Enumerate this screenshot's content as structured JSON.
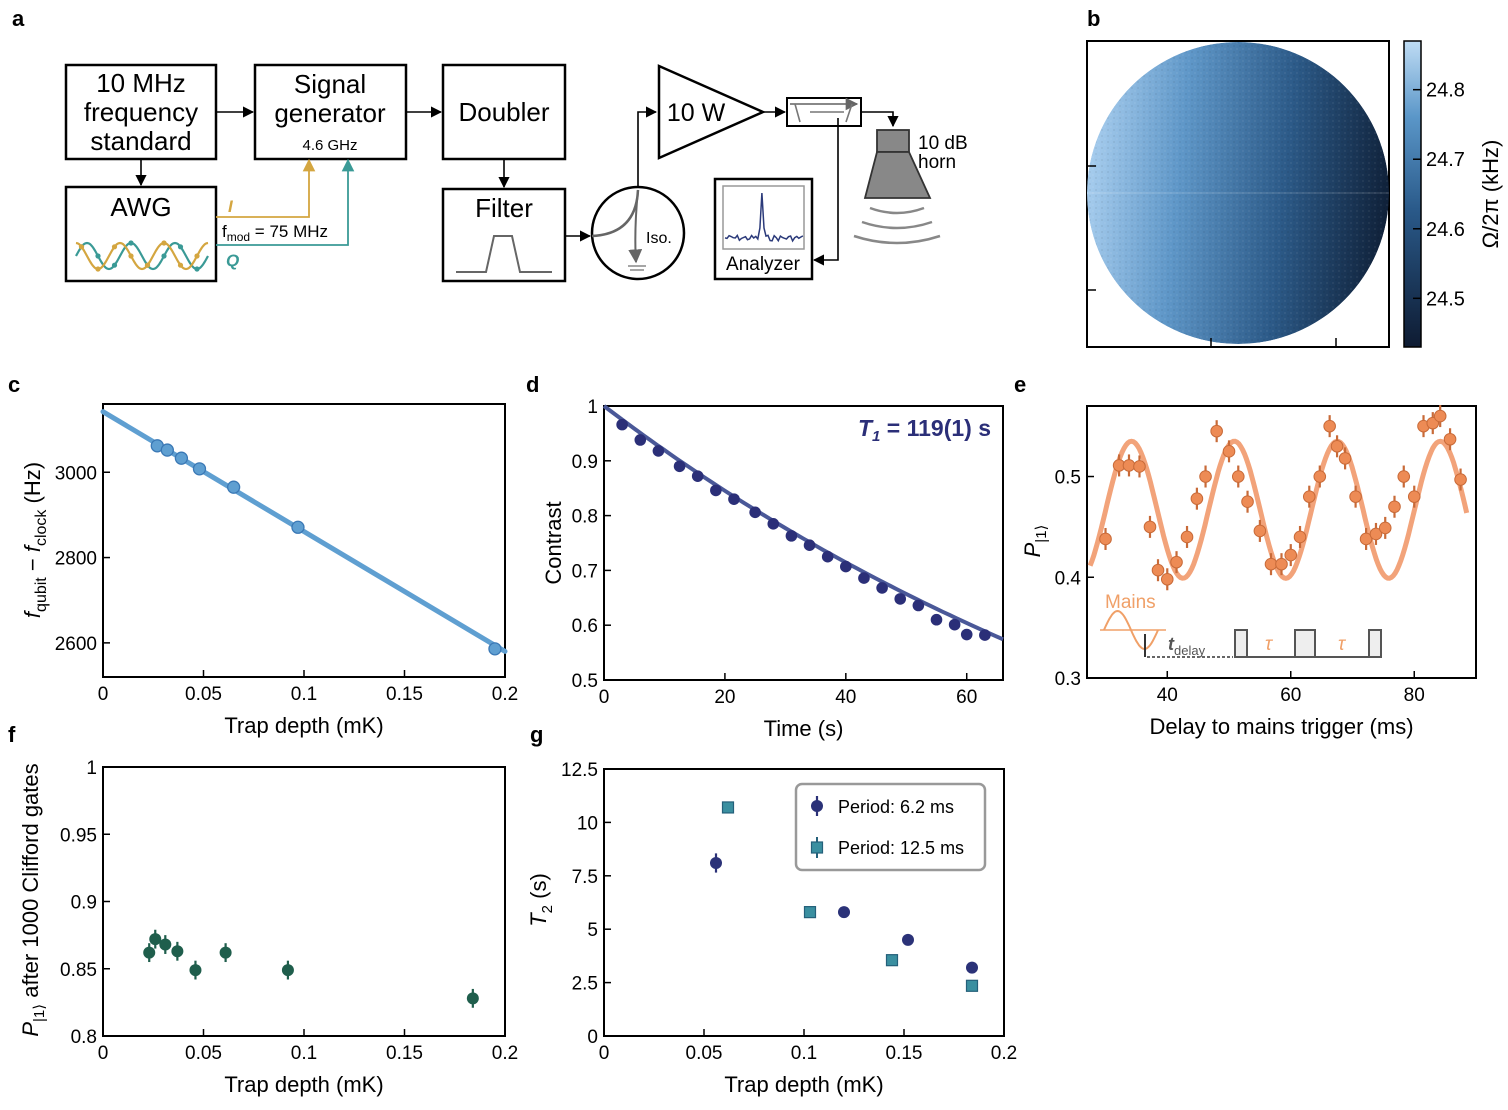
{
  "panel_labels": {
    "a": "a",
    "b": "b",
    "c": "c",
    "d": "d",
    "e": "e",
    "f": "f",
    "g": "g"
  },
  "diagram": {
    "freq_standard": [
      "10 MHz",
      "frequency",
      "standard"
    ],
    "signal_generator": [
      "Signal",
      "generator"
    ],
    "signal_generator_freq": "4.6 GHz",
    "doubler": "Doubler",
    "filter": "Filter",
    "awg": "AWG",
    "i_label": "I",
    "q_label": "Q",
    "fmod_main": "f",
    "fmod_sub": "mod",
    "fmod_value": " = 75 MHz",
    "isolator": "Iso.",
    "amplifier": "10 W",
    "analyzer": "Analyzer",
    "horn": [
      "10 dB",
      "horn"
    ],
    "colors": {
      "i": "#d4a640",
      "q": "#3a9a96",
      "analyzer_trace": "#2b3a7a"
    }
  },
  "chart_data": [
    {
      "panel": "b",
      "type": "heatmap",
      "colorbar_label": "Ω/2π (kHz)",
      "colorbar_ticks": [
        "24.8",
        "24.7",
        "24.6",
        "24.5"
      ],
      "colorbar_tick_values": [
        24.8,
        24.7,
        24.6,
        24.5
      ],
      "range": [
        24.43,
        24.87
      ],
      "colors": {
        "low": "#0e1b32",
        "high": "#bfdcf4"
      }
    },
    {
      "panel": "c",
      "type": "scatter",
      "xlabel": "Trap depth (mK)",
      "ylabel": {
        "f1": "f",
        "s1": "qubit",
        "minus": " − ",
        "f2": "f",
        "s2": "clock",
        "unit": " (Hz)"
      },
      "xlim": [
        0,
        0.2
      ],
      "ylim": [
        2520,
        3160
      ],
      "xticks": [
        0,
        0.05,
        0.1,
        0.15,
        0.2
      ],
      "xtick_labels": [
        "0",
        "0.05",
        "0.1",
        "0.15",
        "0.2"
      ],
      "yticks": [
        2600,
        2800,
        3000
      ],
      "ytick_labels": [
        "2600",
        "2800",
        "3000"
      ],
      "x": [
        0.027,
        0.032,
        0.039,
        0.048,
        0.065,
        0.097,
        0.195
      ],
      "y": [
        3062,
        3052,
        3033,
        3008,
        2965,
        2871,
        2586
      ],
      "fit": {
        "x": [
          0,
          0.2
        ],
        "y": [
          3142,
          2580
        ]
      },
      "colors": {
        "fit": "#5f9fd1",
        "points": "#5f9fd1",
        "point_edge": "#3a78b5"
      }
    },
    {
      "panel": "d",
      "type": "scatter",
      "xlabel": "Time (s)",
      "ylabel": "Contrast",
      "annotation": {
        "t": "T",
        "sub": "1",
        "rest": " = 119(1) s"
      },
      "xlim": [
        0,
        66
      ],
      "ylim": [
        0.5,
        1
      ],
      "xticks": [
        0,
        20,
        40,
        60
      ],
      "xtick_labels": [
        "0",
        "20",
        "40",
        "60"
      ],
      "yticks": [
        0.5,
        0.6,
        0.7,
        0.8,
        0.9,
        1
      ],
      "ytick_labels": [
        "0.5",
        "0.6",
        "0.7",
        "0.8",
        "0.9",
        "1"
      ],
      "x": [
        3,
        6,
        9,
        12.5,
        15.5,
        18.5,
        21.5,
        25,
        28,
        31,
        34,
        37,
        40,
        43,
        46,
        49,
        52,
        55,
        58,
        60,
        63
      ],
      "y": [
        0.966,
        0.938,
        0.918,
        0.89,
        0.872,
        0.846,
        0.83,
        0.806,
        0.785,
        0.763,
        0.746,
        0.725,
        0.707,
        0.686,
        0.668,
        0.648,
        0.636,
        0.61,
        0.601,
        0.583,
        0.582
      ],
      "fit": {
        "tau": 119,
        "x0": 0,
        "x1": 66
      },
      "colors": {
        "points": "#2b2f78",
        "fit": "#4a5898"
      }
    },
    {
      "panel": "e",
      "type": "scatter",
      "xlabel": "Delay to mains trigger (ms)",
      "ylabel": {
        "p": "P",
        "sub": "|1⟩"
      },
      "xlim": [
        27,
        90
      ],
      "ylim": [
        0.3,
        0.57
      ],
      "xticks": [
        40,
        60,
        80
      ],
      "xtick_labels": [
        "40",
        "60",
        "80"
      ],
      "yticks": [
        0.3,
        0.4,
        0.5
      ],
      "ytick_labels": [
        "0.3",
        "0.4",
        "0.5"
      ],
      "x": [
        30,
        32.2,
        33.8,
        35.5,
        37.2,
        38.5,
        40,
        41.5,
        43.2,
        44.8,
        46.2,
        48,
        50,
        51.5,
        53,
        55,
        56.8,
        58.5,
        60,
        61.5,
        63,
        64.7,
        66.3,
        67.5,
        68.8,
        70.5,
        72.2,
        73.8,
        75.3,
        76.8,
        78.3,
        80,
        81.5,
        83,
        84.2,
        85.8,
        87.5
      ],
      "y": [
        0.438,
        0.511,
        0.511,
        0.51,
        0.45,
        0.407,
        0.398,
        0.415,
        0.44,
        0.478,
        0.5,
        0.545,
        0.525,
        0.5,
        0.475,
        0.446,
        0.413,
        0.413,
        0.422,
        0.44,
        0.48,
        0.5,
        0.55,
        0.53,
        0.518,
        0.48,
        0.438,
        0.443,
        0.449,
        0.47,
        0.5,
        0.48,
        0.55,
        0.553,
        0.56,
        0.537,
        0.497
      ],
      "fit": {
        "type": "sine",
        "offset": 0.467,
        "amp": 0.068,
        "period_ms": 16.67,
        "phase_peak_ms": 34.2,
        "x0": 27.5,
        "x1": 88.5
      },
      "inset": {
        "mains": "Mains",
        "tdelay_t": "t",
        "tdelay_sub": "delay",
        "tau": "τ"
      },
      "colors": {
        "points": "#ed8b55",
        "point_edge": "#c86a38",
        "fit": "#f2a37a",
        "inset_mains": "#f0a068",
        "inset_pulse": "#555555"
      }
    },
    {
      "panel": "f",
      "type": "scatter",
      "xlabel": "Trap depth (mK)",
      "ylabel": {
        "p": "P",
        "sub": "|1⟩",
        "rest": " after 1000 Clifford gates"
      },
      "xlim": [
        0,
        0.2
      ],
      "ylim": [
        0.8,
        1
      ],
      "xticks": [
        0,
        0.05,
        0.1,
        0.15,
        0.2
      ],
      "xtick_labels": [
        "0",
        "0.05",
        "0.1",
        "0.15",
        "0.2"
      ],
      "yticks": [
        0.8,
        0.85,
        0.9,
        0.95,
        1
      ],
      "ytick_labels": [
        "0.8",
        "0.85",
        "0.9",
        "0.95",
        "1"
      ],
      "x": [
        0.023,
        0.026,
        0.031,
        0.037,
        0.046,
        0.061,
        0.092,
        0.184
      ],
      "y": [
        0.862,
        0.872,
        0.868,
        0.863,
        0.849,
        0.862,
        0.849,
        0.828
      ],
      "yerr": [
        0.007,
        0.007,
        0.007,
        0.007,
        0.007,
        0.007,
        0.007,
        0.007
      ],
      "colors": {
        "points": "#1f5e4c"
      }
    },
    {
      "panel": "g",
      "type": "scatter",
      "xlabel": "Trap depth (mK)",
      "ylabel": {
        "t": "T",
        "sub": "2",
        "rest": " (s)"
      },
      "xlim": [
        0,
        0.2
      ],
      "ylim": [
        0,
        12.5
      ],
      "xticks": [
        0,
        0.05,
        0.1,
        0.15,
        0.2
      ],
      "xtick_labels": [
        "0",
        "0.05",
        "0.1",
        "0.15",
        "0.2"
      ],
      "yticks": [
        0,
        2.5,
        5,
        7.5,
        10,
        12.5
      ],
      "ytick_labels": [
        "0",
        "2.5",
        "5",
        "7.5",
        "10",
        "12.5"
      ],
      "series": [
        {
          "name": "Period: 6.2 ms",
          "marker": "circle",
          "x": [
            0.056,
            0.12,
            0.152,
            0.184
          ],
          "y": [
            8.1,
            5.8,
            4.5,
            3.2
          ],
          "yerr": [
            0.45,
            0.2,
            0.15,
            0.15
          ]
        },
        {
          "name": "Period: 12.5 ms",
          "marker": "square",
          "x": [
            0.062,
            0.103,
            0.144,
            0.184
          ],
          "y": [
            10.7,
            5.8,
            3.55,
            2.35
          ],
          "yerr": [
            0.2,
            0.15,
            0.15,
            0.15
          ]
        }
      ],
      "legend_position": "top-right",
      "colors": {
        "series1": "#2b3278",
        "series2": "#3a8fa0",
        "series2_edge": "#24607a"
      }
    }
  ]
}
